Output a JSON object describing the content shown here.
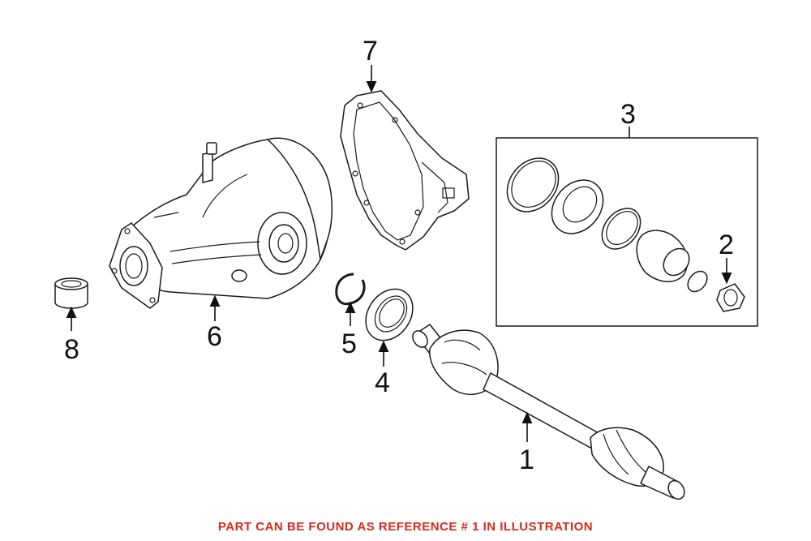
{
  "callouts": {
    "c1": "1",
    "c2": "2",
    "c3": "3",
    "c4": "4",
    "c5": "5",
    "c6": "6",
    "c7": "7",
    "c8": "8"
  },
  "footer": {
    "note": "PART CAN BE FOUND AS REFERENCE # 1 IN ILLUSTRATION",
    "color": "#d42a1e"
  }
}
